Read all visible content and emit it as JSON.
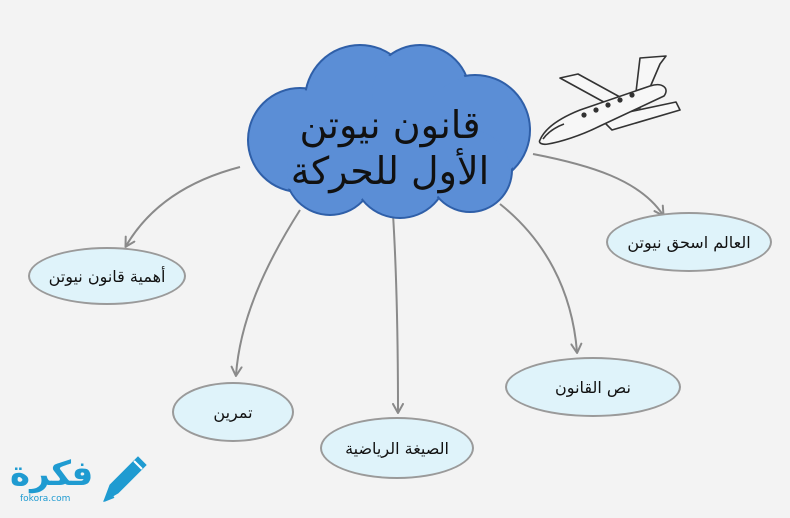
{
  "center": {
    "line1": "قانون نيوتن",
    "line2": "الأول للحركة"
  },
  "nodes": {
    "scientist": "العالم اسحق نيوتن",
    "importance": "أهمية قانون نيوتن",
    "law_text": "نص القانون",
    "exercise": "تمرين",
    "formula": "الصيغة الرياضية"
  },
  "logo": {
    "name": "فكرة",
    "site": "fokora.com"
  },
  "colors": {
    "cloud_fill": "#5b8ed6",
    "cloud_stroke": "#2f5fa8",
    "node_fill": "#dff3fa",
    "node_border": "#9a9a9a",
    "arrow": "#8a8a8a",
    "logo_blue": "#1f9bd1"
  },
  "icons": [
    "airplane-icon",
    "pencil-icon"
  ]
}
